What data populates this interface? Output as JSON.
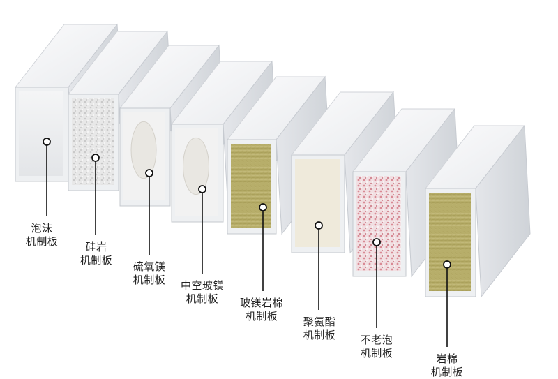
{
  "panels": [
    {
      "line1": "泡沫",
      "line2": "机制板",
      "core": "plain"
    },
    {
      "line1": "硅岩",
      "line2": "机制板",
      "core": "granular-white"
    },
    {
      "line1": "硫氧镁",
      "line2": "机制板",
      "core": "hollow"
    },
    {
      "line1": "中空玻镁",
      "line2": "机制板",
      "core": "hollow"
    },
    {
      "line1": "玻镁岩棉",
      "line2": "机制板",
      "core": "wool"
    },
    {
      "line1": "聚氨酯",
      "line2": "机制板",
      "core": "foam"
    },
    {
      "line1": "不老泡",
      "line2": "机制板",
      "core": "granular-pink"
    },
    {
      "line1": "岩棉",
      "line2": "机制板",
      "core": "wool"
    }
  ],
  "colors": {
    "steel_top": "#f3f4f6",
    "steel_side": "#dfe2e6",
    "wool": "#b7ae6a",
    "foam": "#efeadb",
    "pink_granule": "#d98a95",
    "dot": "#111111"
  }
}
